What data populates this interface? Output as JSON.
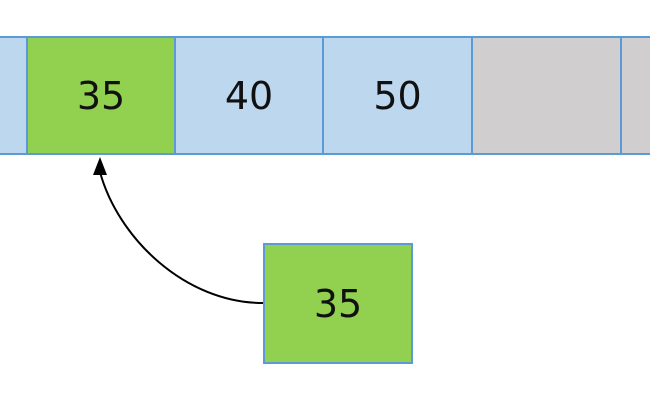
{
  "array": {
    "cells": [
      {
        "value": "",
        "fill": "#bdd7ee"
      },
      {
        "value": "35",
        "fill": "#92d050"
      },
      {
        "value": "40",
        "fill": "#bdd7ee"
      },
      {
        "value": "50",
        "fill": "#bdd7ee"
      },
      {
        "value": "",
        "fill": "#d0cece"
      },
      {
        "value": "",
        "fill": "#d0cece"
      }
    ]
  },
  "inserted_element": {
    "value": "35",
    "fill": "#92d050"
  },
  "colors": {
    "border": "#5b9bd5",
    "arrow": "#000000"
  }
}
